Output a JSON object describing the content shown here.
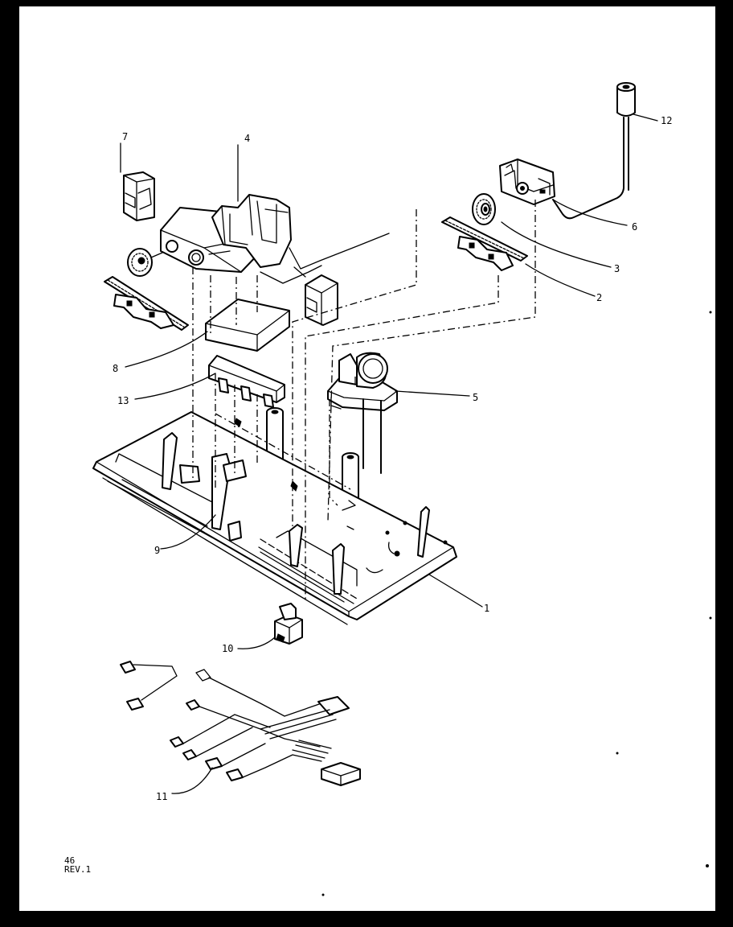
{
  "sheet": {
    "page_number": "46",
    "revision": "REV.1"
  },
  "callouts": [
    {
      "id": "c1",
      "label": "1"
    },
    {
      "id": "c2",
      "label": "2"
    },
    {
      "id": "c3",
      "label": "3"
    },
    {
      "id": "c4",
      "label": "4"
    },
    {
      "id": "c5",
      "label": "5"
    },
    {
      "id": "c6",
      "label": "6"
    },
    {
      "id": "c7",
      "label": "7"
    },
    {
      "id": "c8",
      "label": "8"
    },
    {
      "id": "c9",
      "label": "9"
    },
    {
      "id": "c10",
      "label": "10"
    },
    {
      "id": "c11",
      "label": "11"
    },
    {
      "id": "c12",
      "label": "12"
    },
    {
      "id": "c13",
      "label": "13"
    }
  ]
}
